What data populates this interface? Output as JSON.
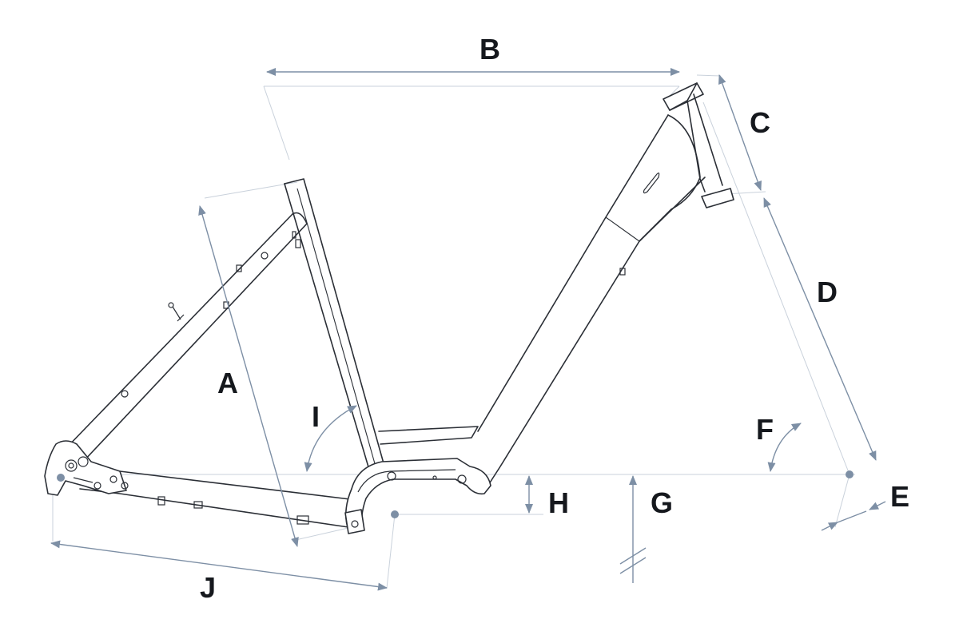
{
  "colors": {
    "frame_stroke": "#2b2f36",
    "dimension_line": "#7d8fa5",
    "extension_line": "#c9d1db",
    "label_text": "#15181d",
    "background": "#ffffff"
  },
  "dimension_labels": {
    "a": "A",
    "b": "B",
    "c": "C",
    "d": "D",
    "e": "E",
    "f": "F",
    "g": "G",
    "h": "H",
    "i": "I",
    "j": "J"
  }
}
